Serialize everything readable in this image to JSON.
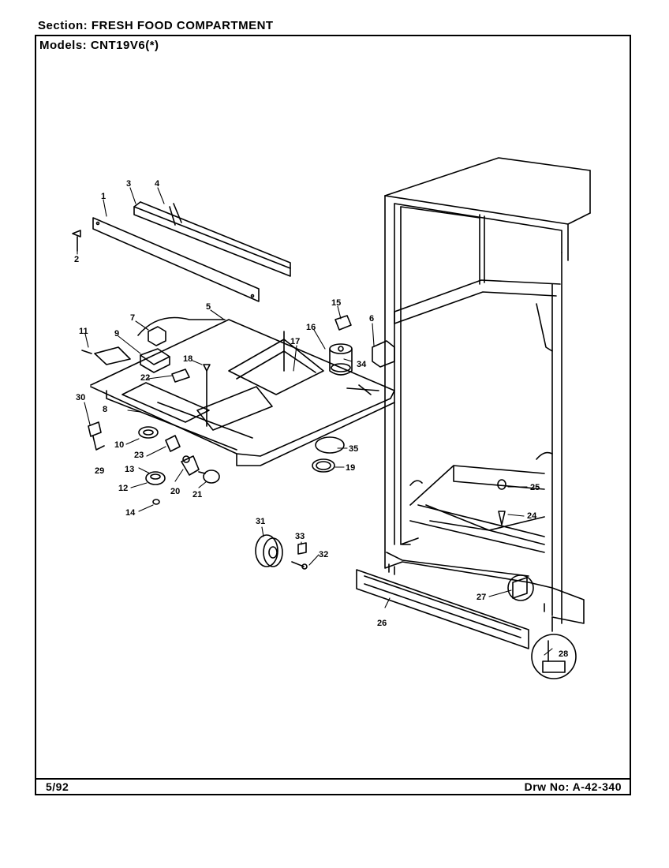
{
  "header": {
    "section_label": "Section:",
    "section_value": "FRESH FOOD COMPARTMENT",
    "models_label": "Models:",
    "models_value": "CNT19V6(*)"
  },
  "footer": {
    "date": "5/92",
    "drw_label": "Drw No:",
    "drw_value": "A-42-340"
  },
  "callouts": [
    "1",
    "2",
    "3",
    "4",
    "5",
    "6",
    "7",
    "8",
    "9",
    "10",
    "11",
    "12",
    "13",
    "14",
    "15",
    "16",
    "17",
    "18",
    "19",
    "20",
    "21",
    "22",
    "23",
    "24",
    "25",
    "26",
    "27",
    "28",
    "29",
    "30",
    "31",
    "32",
    "33",
    "34",
    "35"
  ]
}
